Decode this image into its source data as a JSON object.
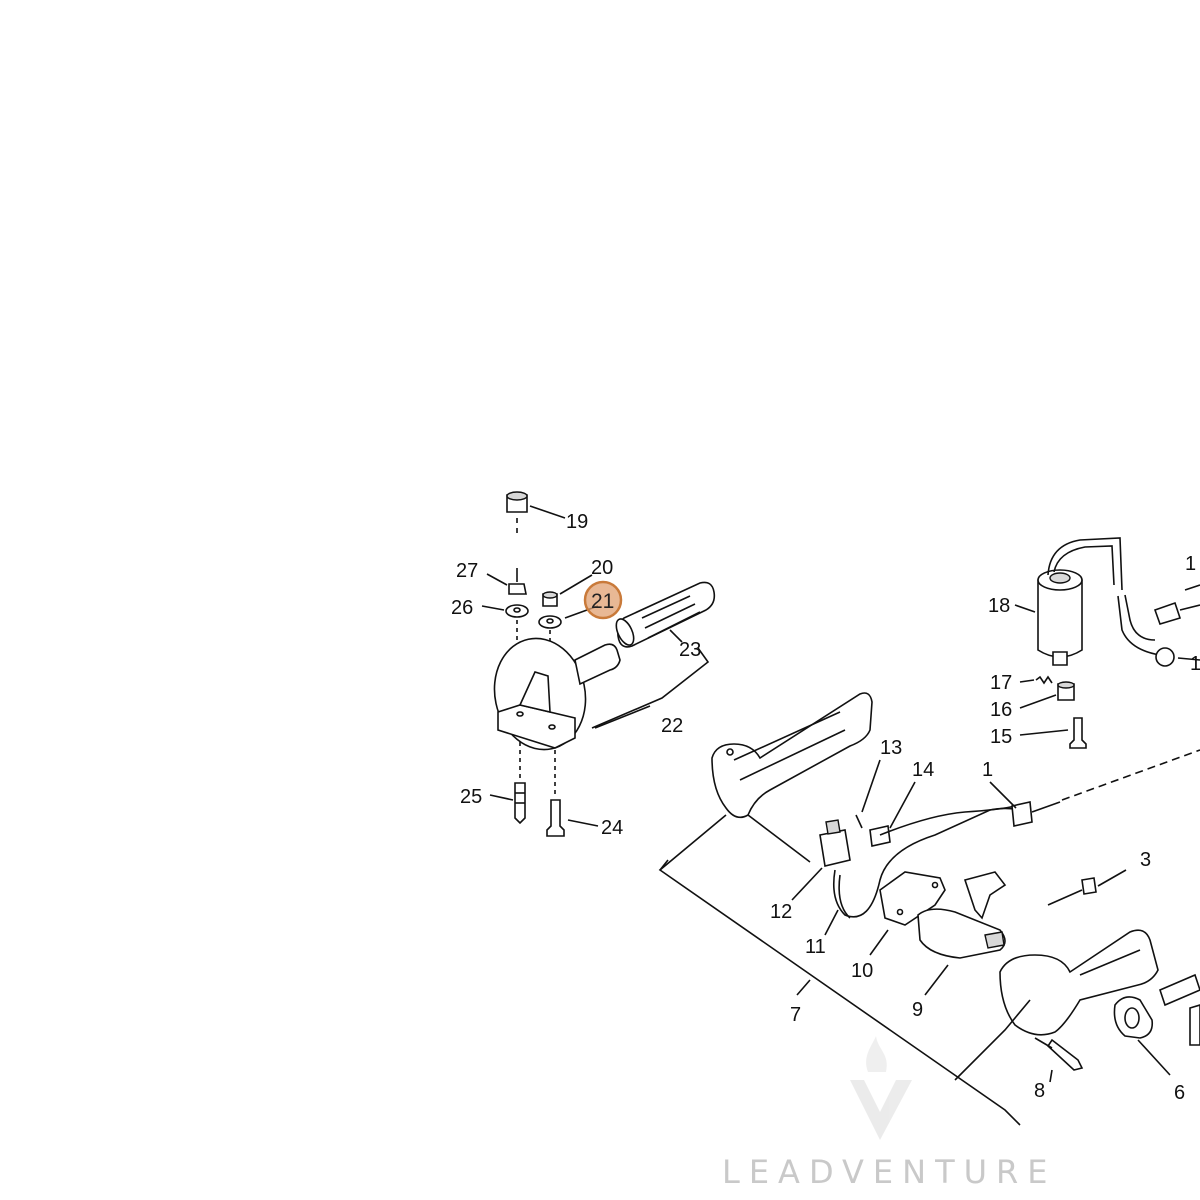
{
  "diagram": {
    "callouts": [
      {
        "id": "1",
        "label": "1"
      },
      {
        "id": "3",
        "label": "3"
      },
      {
        "id": "6",
        "label": "6"
      },
      {
        "id": "7",
        "label": "7"
      },
      {
        "id": "8",
        "label": "8"
      },
      {
        "id": "9",
        "label": "9"
      },
      {
        "id": "10",
        "label": "10"
      },
      {
        "id": "11",
        "label": "11"
      },
      {
        "id": "12",
        "label": "12"
      },
      {
        "id": "13",
        "label": "13"
      },
      {
        "id": "14",
        "label": "14"
      },
      {
        "id": "15",
        "label": "15"
      },
      {
        "id": "16",
        "label": "16"
      },
      {
        "id": "17",
        "label": "17"
      },
      {
        "id": "18",
        "label": "18"
      },
      {
        "id": "19",
        "label": "19"
      },
      {
        "id": "20",
        "label": "20"
      },
      {
        "id": "21",
        "label": "21"
      },
      {
        "id": "22",
        "label": "22"
      },
      {
        "id": "23",
        "label": "23"
      },
      {
        "id": "24",
        "label": "24"
      },
      {
        "id": "25",
        "label": "25"
      },
      {
        "id": "26",
        "label": "26"
      },
      {
        "id": "27",
        "label": "27"
      },
      {
        "id": "edge-1",
        "label": "1"
      },
      {
        "id": "edge-2",
        "label": "1"
      }
    ],
    "highlighted": "21",
    "highlight_color": "#e0a072",
    "highlight_stroke": "#c97a3a"
  },
  "watermark": {
    "brand": "LEADVENTURE",
    "icon": "flame-v-logo-icon"
  }
}
